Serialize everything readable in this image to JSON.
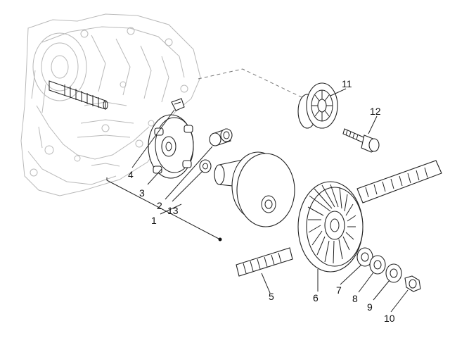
{
  "callouts": {
    "c1": "1",
    "c2": "2",
    "c3": "3",
    "c4": "4",
    "c5": "5",
    "c6": "6",
    "c7": "7",
    "c8": "8",
    "c9": "9",
    "c10": "10",
    "c11": "11",
    "c12": "12",
    "c13": "13"
  },
  "colors": {
    "line": "#222222",
    "housing": "#b9b9b9",
    "background": "#ffffff"
  }
}
